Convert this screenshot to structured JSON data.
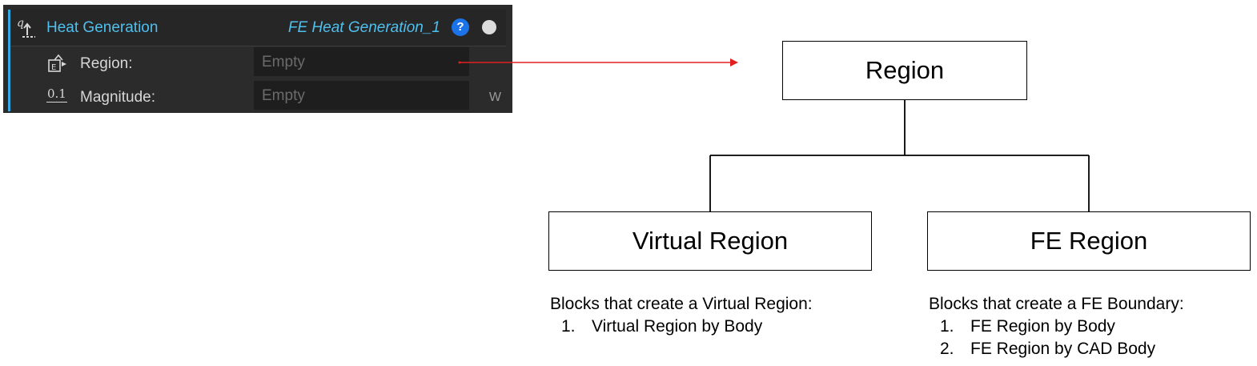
{
  "panel": {
    "title": "Heat Generation",
    "instance_name": "FE Heat Generation_1",
    "help_glyph": "?",
    "accent_color": "#35a9e3",
    "fields": [
      {
        "label": "Region:",
        "placeholder": "Empty",
        "icon": "region-selector-icon",
        "unit": ""
      },
      {
        "label": "Magnitude:",
        "placeholder": "Empty",
        "icon": "scalar-value-icon",
        "icon_text": "0.1",
        "unit": "W"
      }
    ]
  },
  "arrow": {
    "color": "#e02020"
  },
  "diagram": {
    "root": "Region",
    "children": [
      {
        "label": "Virtual Region",
        "note_title": "Blocks that create a Virtual Region:",
        "items": [
          "Virtual Region by Body"
        ]
      },
      {
        "label": "FE Region",
        "note_title": "Blocks that create a FE Boundary:",
        "items": [
          "FE Region by Body",
          "FE Region by CAD Body"
        ]
      }
    ]
  }
}
